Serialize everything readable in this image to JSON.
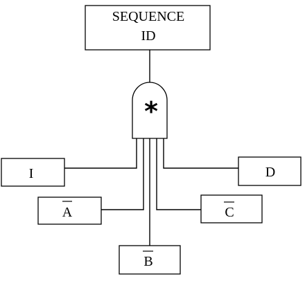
{
  "diagram": {
    "title_line1": "SEQUENCE",
    "title_line2": "ID",
    "gate_symbol": "*",
    "inputs": {
      "i": "I",
      "a": "A",
      "b": "B",
      "c": "C",
      "d": "D"
    },
    "negated_inputs": [
      "A",
      "B",
      "C"
    ]
  }
}
